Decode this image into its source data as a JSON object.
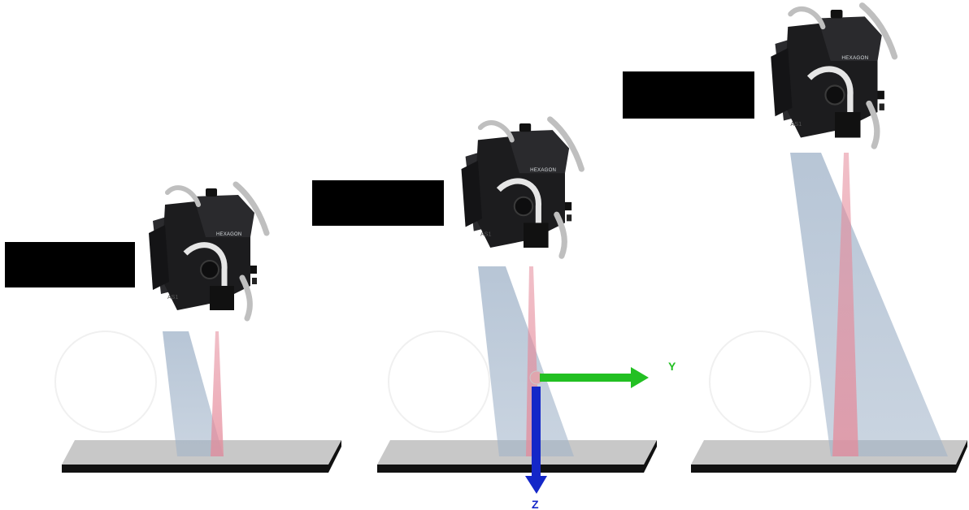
{
  "colors": {
    "background": "#ffffff",
    "scanner_body": "#1c1c1e",
    "laser_fan": "#9fb2c8",
    "laser_line": "#e58a9a",
    "plate_top": "#c8c8c8",
    "plate_edge": "#111111",
    "redaction": "#000000",
    "axis_y": "#22c022",
    "axis_z": "#1427c8"
  },
  "scanner": {
    "brand": "HEXAGON",
    "model": "AS1"
  },
  "axes": {
    "y_label": "Y",
    "z_label": "Z"
  },
  "panels": [
    {
      "name": "scanner-near"
    },
    {
      "name": "scanner-mid"
    },
    {
      "name": "scanner-far"
    }
  ]
}
